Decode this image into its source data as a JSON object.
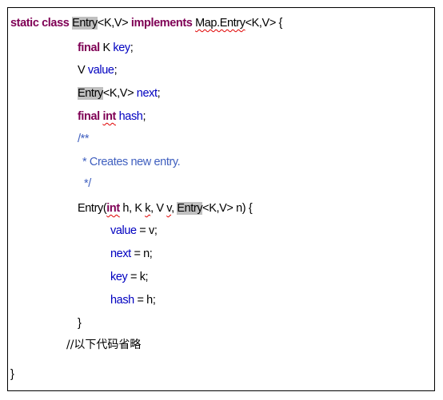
{
  "code": {
    "l1": {
      "static_kw": "static",
      "class_kw": "class",
      "entry_type": "Entry",
      "generics": "<K,V>",
      "implements_kw": "implements",
      "map_entry": "Map.Entry",
      "generics_brace": "<K,V> {"
    },
    "l2": {
      "final_kw": "final",
      "type": " K ",
      "field": "key",
      "end": ";"
    },
    "l3": {
      "type": "V ",
      "field": "value",
      "end": ";"
    },
    "l4": {
      "entry_type": "Entry",
      "generics": "<K,V> ",
      "field": "next",
      "end": ";"
    },
    "l5": {
      "final_kw": "final",
      "int_kw": "int",
      "field": "hash",
      "end": ";"
    },
    "l6": {
      "comment_open": "/**"
    },
    "l7": {
      "comment_body": "* Creates new entry."
    },
    "l8": {
      "comment_close": "*/"
    },
    "l9": {
      "entry_ctor": "Entry(",
      "int_kw": "int",
      "params_a": " h, K ",
      "param_k": "k",
      "params_b": ", V ",
      "param_v": "v",
      "params_c": ", ",
      "entry_type": "Entry",
      "params_end": "<K,V> n) {"
    },
    "l10": {
      "field": "value",
      "rest": " = v;"
    },
    "l11": {
      "field": "next",
      "rest": " = n;"
    },
    "l12": {
      "field": "key",
      "rest": " = k;"
    },
    "l13": {
      "field": "hash",
      "rest": " = h;"
    },
    "l14": {
      "brace": "}"
    },
    "l15": {
      "comment": "//以下代码省略"
    },
    "l16": {
      "brace": "}"
    }
  }
}
